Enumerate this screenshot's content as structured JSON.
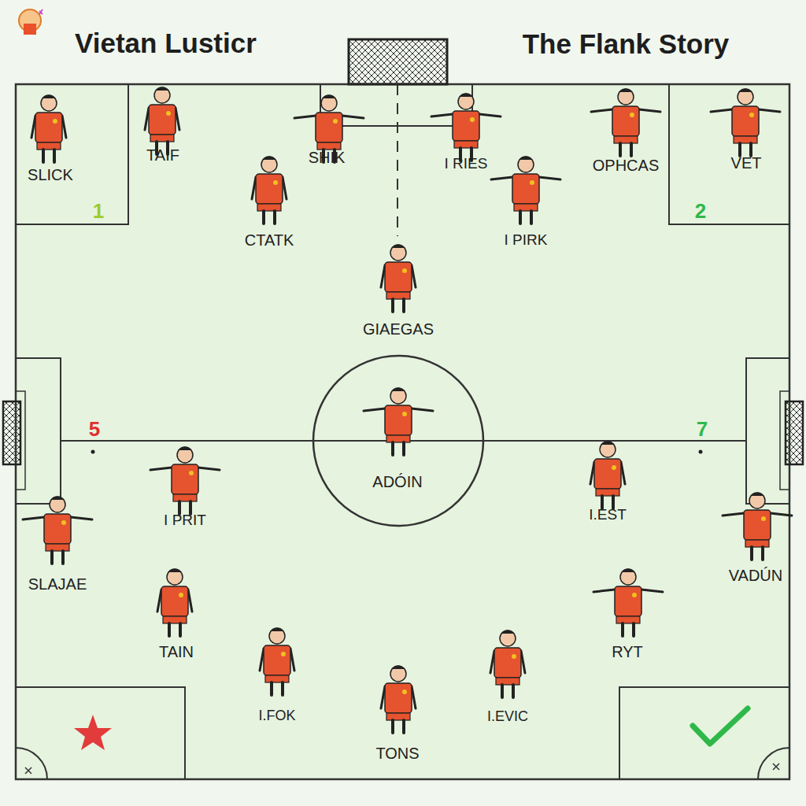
{
  "diagram": {
    "title": "Vietan Lusticr",
    "labels": [
      "The Flank Story",
      "SLICK",
      "TAIF",
      "SHIK",
      "I RIES",
      "OPHCAS",
      "VET",
      "1",
      "2",
      "CTATK",
      "I PIRK",
      "GIAEGAS",
      "5",
      "7",
      "ADÓIN",
      "I PRIT",
      "I.EST",
      "SLAJAE",
      "VADÚN",
      "TAIN",
      "RYT",
      "I.FOK",
      "I.EVIC",
      "TONS"
    ]
  }
}
